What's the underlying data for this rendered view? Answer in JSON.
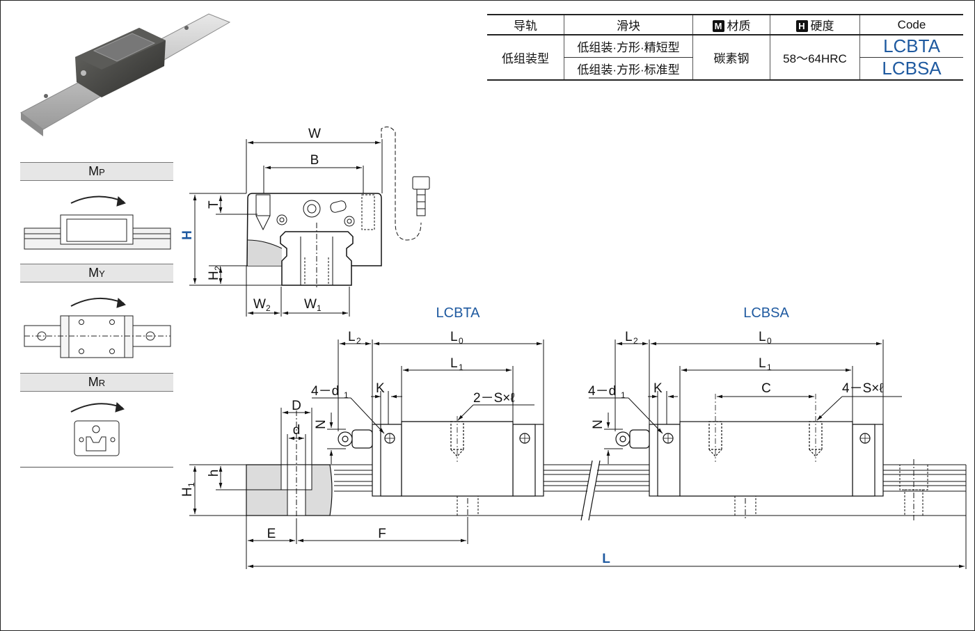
{
  "spec_table": {
    "headers": {
      "rail": "导轨",
      "block": "滑块",
      "material_badge": "M",
      "material": "材质",
      "hardness_badge": "H",
      "hardness": "硬度",
      "code": "Code"
    },
    "rail_type": "低组装型",
    "rows": [
      {
        "block": "低组装·方形·精短型",
        "code": "LCBTA"
      },
      {
        "block": "低组装·方形·标准型",
        "code": "LCBSA"
      }
    ],
    "material": "碳素钢",
    "hardness": "58～64HRC"
  },
  "moments": {
    "mp": {
      "main": "M",
      "sub": "P"
    },
    "my": {
      "main": "M",
      "sub": "Y"
    },
    "mr": {
      "main": "M",
      "sub": "R"
    }
  },
  "views": {
    "lcbta_title": "LCBTA",
    "lcbsa_title": "LCBSA"
  },
  "dims": {
    "W": "W",
    "B": "B",
    "T": "T",
    "H": "H",
    "H2": "H",
    "H2_sub": "2",
    "W2": "W",
    "W2_sub": "2",
    "W1": "W",
    "W1_sub": "1",
    "L2a": "L",
    "L2a_sub": "2",
    "L0a": "L",
    "L0a_sub": "0",
    "L1a": "L",
    "L1a_sub": "1",
    "d1a": "4－d",
    "d1a_sub": "1",
    "Ka": "K",
    "Na": "N",
    "SLa": "2－S×ℓ",
    "L2b": "L",
    "L2b_sub": "2",
    "L0b": "L",
    "L0b_sub": "0",
    "L1b": "L",
    "L1b_sub": "1",
    "d1b": "4－d",
    "d1b_sub": "1",
    "Kb": "K",
    "Nb": "N",
    "C": "C",
    "SLb": "4－S×ℓ",
    "D": "D",
    "d": "d",
    "h": "h",
    "H1": "H",
    "H1_sub": "1",
    "E": "E",
    "F": "F",
    "L": "L"
  },
  "colors": {
    "accent": "#1f5aa0",
    "header_bg": "#e6e6e6"
  }
}
